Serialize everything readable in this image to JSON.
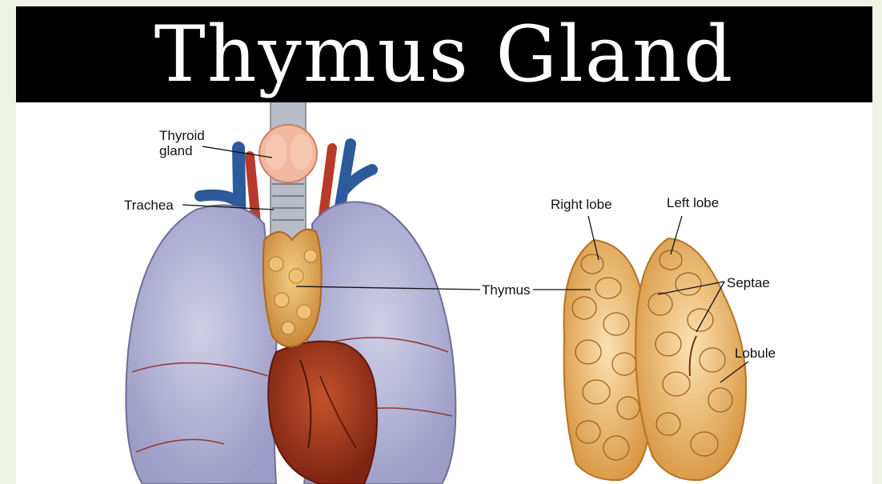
{
  "title": "Thymus Gland",
  "labels": {
    "thyroid_line1": "Thyroid",
    "thyroid_line2": "gland",
    "trachea": "Trachea",
    "thymus": "Thymus",
    "right_lobe": "Right lobe",
    "left_lobe": "Left lobe",
    "septae": "Septae",
    "lobule": "Lobule"
  },
  "colors": {
    "title_bar": "#000000",
    "title_text": "#ffffff",
    "background": "#eef3e6",
    "lung": "#b3b3d6",
    "thymus": "#e8b060",
    "heart": "#a83a1e",
    "vein": "#2d5a9a",
    "artery": "#b83a2a",
    "thyroid": "#f2b8a0"
  }
}
